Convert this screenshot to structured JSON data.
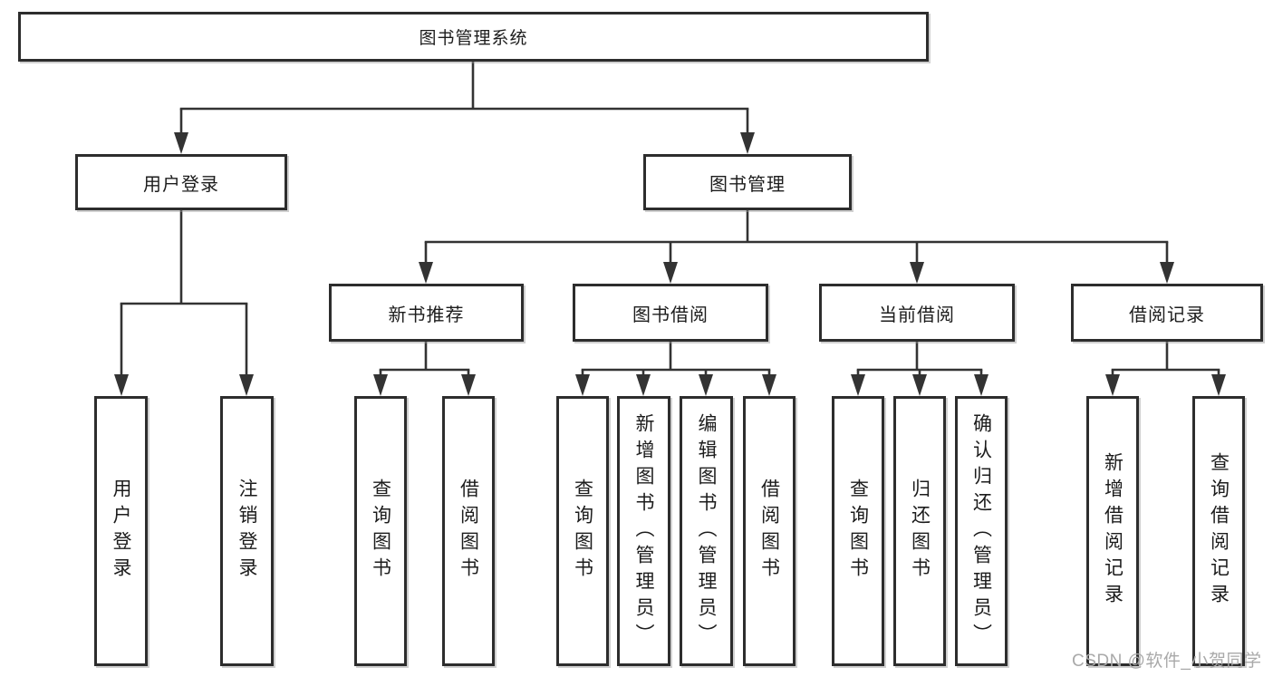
{
  "diagram": {
    "root": {
      "label": "图书管理系统"
    },
    "branches": [
      {
        "label": "用户登录",
        "children": [
          {
            "label": "用户登录"
          },
          {
            "label": "注销登录"
          }
        ]
      },
      {
        "label": "图书管理",
        "modules": [
          {
            "label": "新书推荐",
            "children": [
              {
                "label": "查询图书"
              },
              {
                "label": "借阅图书"
              }
            ]
          },
          {
            "label": "图书借阅",
            "children": [
              {
                "label": "查询图书"
              },
              {
                "label": "新增图书（管理员）"
              },
              {
                "label": "编辑图书（管理员）"
              },
              {
                "label": "借阅图书"
              }
            ]
          },
          {
            "label": "当前借阅",
            "children": [
              {
                "label": "查询图书"
              },
              {
                "label": "归还图书"
              },
              {
                "label": "确认归还（管理员）"
              }
            ]
          },
          {
            "label": "借阅记录",
            "children": [
              {
                "label": "新增借阅记录"
              },
              {
                "label": "查询借阅记录"
              }
            ]
          }
        ]
      }
    ],
    "watermark": "CSDN @软件_小贺同学",
    "colors": {
      "line": "#333333",
      "box_border": "#2d2d2d",
      "text": "#1c1c1c",
      "background": "#ffffff",
      "watermark": "#a9a9a9"
    }
  }
}
